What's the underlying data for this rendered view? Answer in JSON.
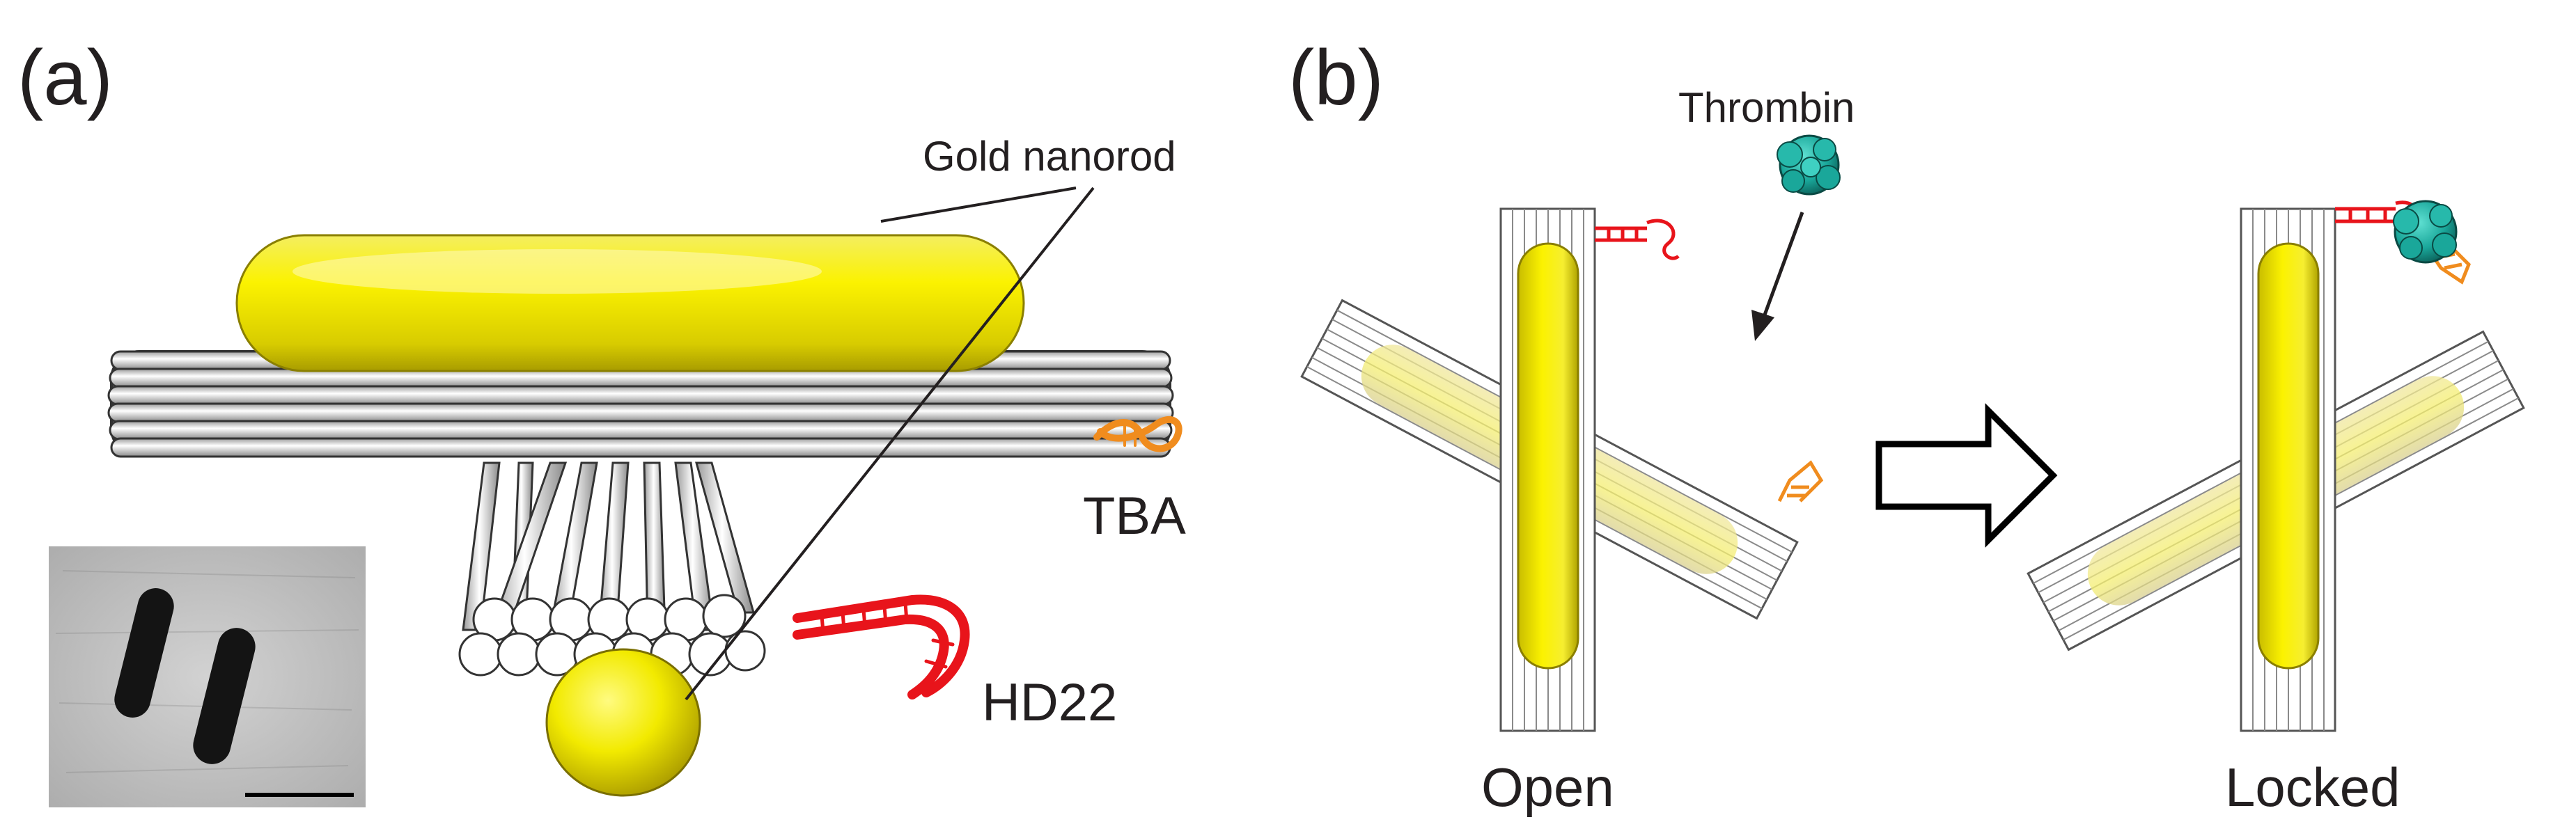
{
  "panel_a": {
    "label": "(a)",
    "gold_nanorod_label": "Gold nanorod",
    "tba_label": "TBA",
    "hd22_label": "HD22"
  },
  "panel_b": {
    "label": "(b)",
    "thrombin_label": "Thrombin",
    "open_label": "Open",
    "locked_label": "Locked"
  },
  "colors": {
    "gold": "#f2ea00",
    "dna_red": "#e8141b",
    "dna_orange": "#f08c1e",
    "thrombin_teal": "#1aa79a",
    "origami_gray": "#c8c8c8"
  }
}
